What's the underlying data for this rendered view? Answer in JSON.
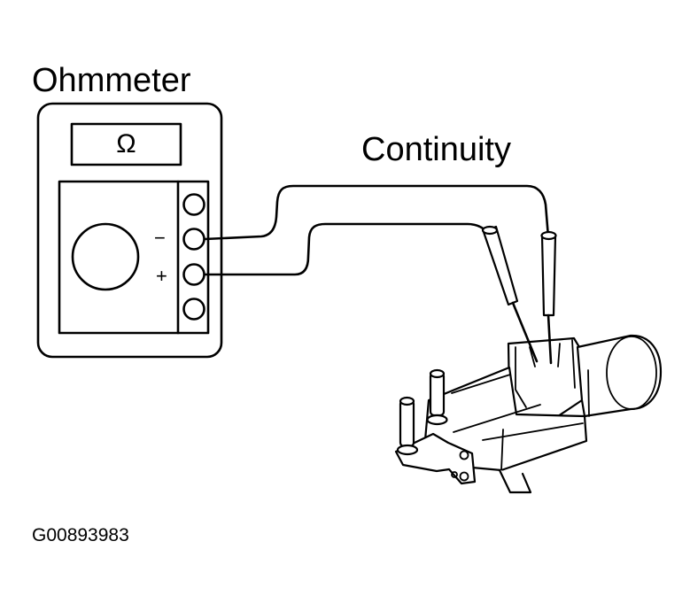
{
  "labels": {
    "ohmmeter": "Ohmmeter",
    "continuity": "Continuity",
    "figure_code": "G00893983"
  },
  "meter": {
    "display_symbol": "Ω",
    "terminal_minus": "−",
    "terminal_plus": "+"
  },
  "icons": {
    "meter": "ohmmeter-icon",
    "valve": "solenoid-valve-icon",
    "probe": "test-probe-icon"
  },
  "colors": {
    "ink": "#000000",
    "paper": "#ffffff"
  }
}
